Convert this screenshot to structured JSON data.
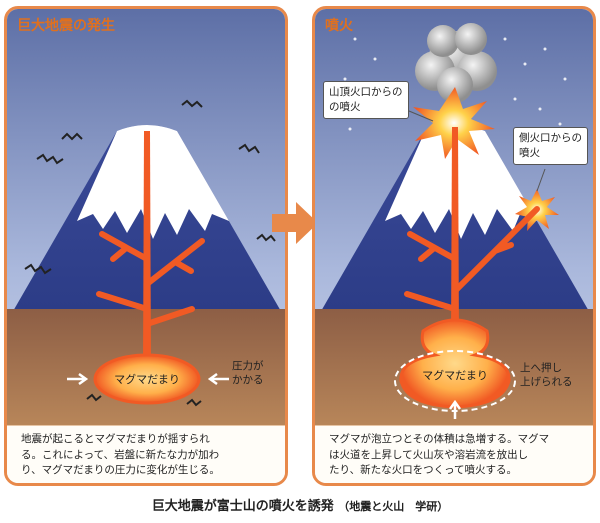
{
  "left_panel": {
    "title": "巨大地震の発生",
    "magma_label": "マグマだまり",
    "pressure_label_line1": "圧力が",
    "pressure_label_line2": "かかる",
    "caption_lines": [
      "地震が起こるとマグマだまりが揺すられ",
      "る。これによって、岩盤に新たな力が加わ",
      "り、マグマだまりの圧力に変化が生じる。"
    ]
  },
  "right_panel": {
    "title": "噴火",
    "summit_callout_line1": "山頂火口からの",
    "summit_callout_line2": "の噴火",
    "side_callout_line1": "側火口からの",
    "side_callout_line2": "噴火",
    "magma_label": "マグマだまり",
    "push_label_line1": "上へ押し",
    "push_label_line2": "上げられる",
    "caption_lines": [
      "マグマが泡立つとその体積は急増する。マグマ",
      "は火道を上昇して火山灰や溶岩流を放出し",
      "たり、新たな火口をつくって噴火する。"
    ]
  },
  "bottom_caption": {
    "main": "巨大地震が富士山の噴火を誘発",
    "source": "（地震と火山　学研）"
  },
  "colors": {
    "border": "#e8894a",
    "title": "#e0701e",
    "sky_top": "#5d6fa6",
    "sky_bottom": "#c9d3ea",
    "mountain": "#2f3f8e",
    "snow": "#ffffff",
    "ground": "#a06a40",
    "magma": "#f15a24",
    "magma_core": "#ffcf6a",
    "arrow": "#e8894a"
  }
}
